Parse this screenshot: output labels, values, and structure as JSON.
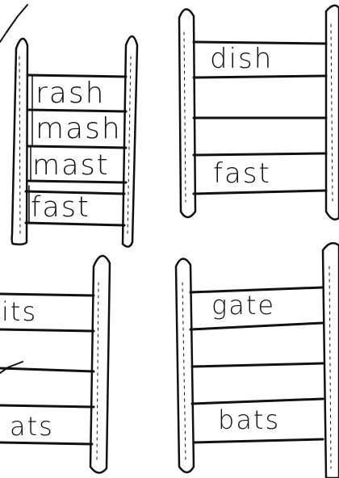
{
  "worksheet": {
    "ladders": [
      {
        "id": "top-left",
        "rungs": [
          "rash",
          "mash",
          "mast",
          "fast"
        ]
      },
      {
        "id": "top-right",
        "rungs": [
          "dish",
          "",
          "",
          "fast"
        ]
      },
      {
        "id": "bottom-left",
        "rungs": [
          "its",
          "",
          "",
          "ats"
        ]
      },
      {
        "id": "bottom-right",
        "rungs": [
          "gate",
          "",
          "",
          "bats"
        ]
      }
    ]
  },
  "colors": {
    "ink": "#111111",
    "paper": "#ffffff"
  }
}
